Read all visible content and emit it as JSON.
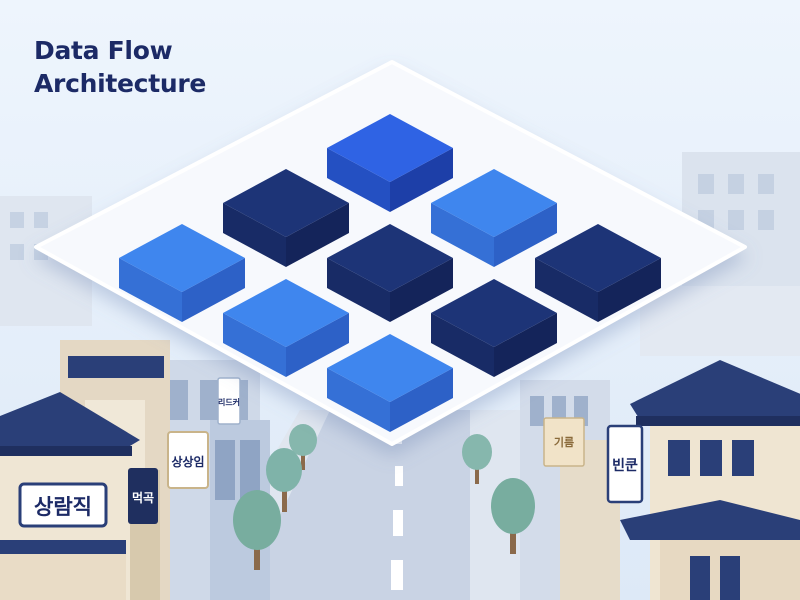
{
  "title": {
    "line1": "Data Flow",
    "line2": "Architecture"
  },
  "signs": {
    "left_large": "상람직",
    "left_small": "먹곡",
    "left_vertical": "상상임",
    "left_far": "리드커",
    "right_large": "빈쿤",
    "right_far": "기름"
  },
  "colors": {
    "sky": "#e8f1fb",
    "platform": "#f7f9fd",
    "block_dark": "#1d3477",
    "block_mid": "#2f63e4",
    "block_light": "#3f86ee",
    "road": "#c6d0e2",
    "roof": "#2a3f78",
    "tree": "#7fb3a9"
  },
  "blocks": [
    {
      "row": 0,
      "col": 0,
      "tone": "mid"
    },
    {
      "row": 0,
      "col": 1,
      "tone": "light"
    },
    {
      "row": 0,
      "col": 2,
      "tone": "dark"
    },
    {
      "row": 1,
      "col": 0,
      "tone": "dark"
    },
    {
      "row": 1,
      "col": 1,
      "tone": "dark"
    },
    {
      "row": 1,
      "col": 2,
      "tone": "dark"
    },
    {
      "row": 2,
      "col": 0,
      "tone": "light"
    },
    {
      "row": 2,
      "col": 1,
      "tone": "light"
    },
    {
      "row": 2,
      "col": 2,
      "tone": "light"
    }
  ]
}
